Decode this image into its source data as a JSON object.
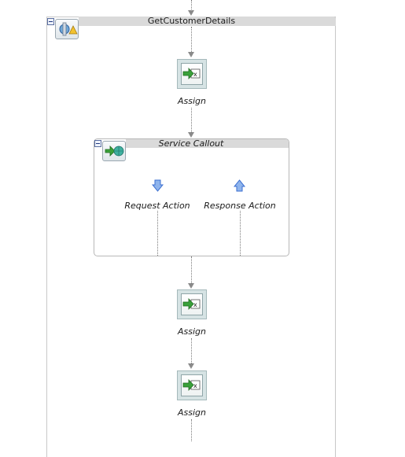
{
  "stage": {
    "title": "GetCustomerDetails"
  },
  "actions": [
    {
      "label": "Assign"
    },
    {
      "label": "Assign"
    },
    {
      "label": "Assign"
    }
  ],
  "service_callout": {
    "title": "Service Callout",
    "request_label": "Request Action",
    "response_label": "Response Action"
  },
  "icons": {
    "stage": "stage-node-icon",
    "assign": "assign-icon",
    "service_callout": "service-callout-icon",
    "request": "down-arrow-icon",
    "response": "up-arrow-icon"
  },
  "colors": {
    "accent_blue": "#3b6fd1",
    "assign_green": "#3aa13a",
    "header_gray": "#dadada"
  }
}
